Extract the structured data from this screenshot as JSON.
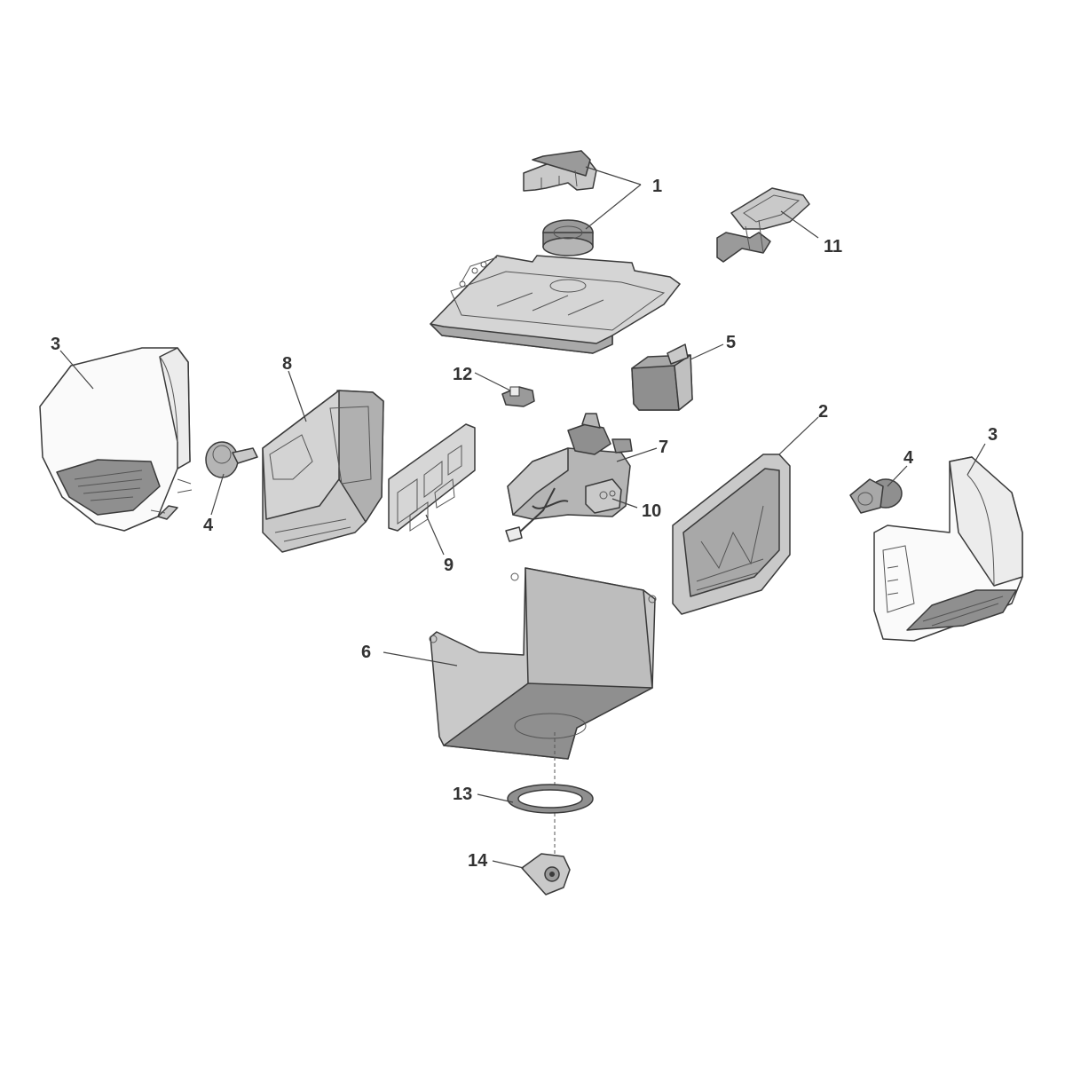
{
  "diagram": {
    "labels": {
      "l1": "1",
      "l2": "2",
      "l3a": "3",
      "l3b": "3",
      "l4a": "4",
      "l4b": "4",
      "l5": "5",
      "l6": "6",
      "l7": "7",
      "l8": "8",
      "l9": "9",
      "l10": "10",
      "l11": "11",
      "l12": "12",
      "l13": "13",
      "l14": "14"
    },
    "colors": {
      "light_part": "#ececec",
      "mid_part": "#c9c9c9",
      "dark_part": "#8f8f8f",
      "outline": "#3a3a3a",
      "cover_white": "#fafafa"
    }
  }
}
